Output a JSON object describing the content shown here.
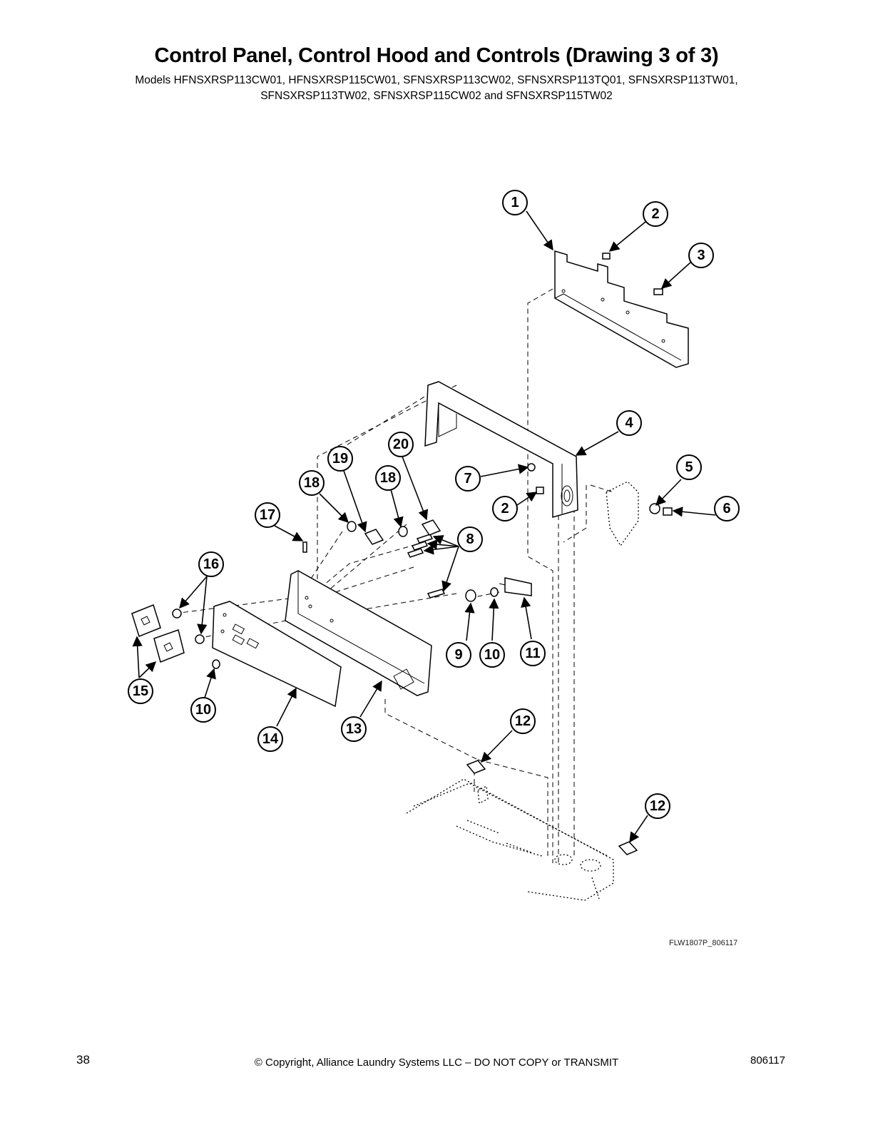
{
  "header": {
    "title": "Control Panel, Control Hood and Controls (Drawing 3 of 3)",
    "models_line1": "Models HFNSXRSP113CW01, HFNSXRSP115CW01, SFNSXRSP113CW02, SFNSXRSP113TQ01, SFNSXRSP113TW01,",
    "models_line2": "SFNSXRSP113TW02, SFNSXRSP115CW02 and SFNSXRSP115TW02"
  },
  "diagram": {
    "figure_code": "FLW1807P_806117",
    "callouts": [
      {
        "label": "1"
      },
      {
        "label": "2"
      },
      {
        "label": "3"
      },
      {
        "label": "4"
      },
      {
        "label": "5"
      },
      {
        "label": "6"
      },
      {
        "label": "7"
      },
      {
        "label": "2"
      },
      {
        "label": "8"
      },
      {
        "label": "9"
      },
      {
        "label": "10"
      },
      {
        "label": "11"
      },
      {
        "label": "12"
      },
      {
        "label": "12"
      },
      {
        "label": "13"
      },
      {
        "label": "14"
      },
      {
        "label": "10"
      },
      {
        "label": "15"
      },
      {
        "label": "16"
      },
      {
        "label": "17"
      },
      {
        "label": "18"
      },
      {
        "label": "19"
      },
      {
        "label": "18"
      },
      {
        "label": "20"
      }
    ]
  },
  "footer": {
    "page_number": "38",
    "copyright": "© Copyright, Alliance Laundry Systems LLC – DO NOT COPY or TRANSMIT",
    "document_number": "806117"
  }
}
